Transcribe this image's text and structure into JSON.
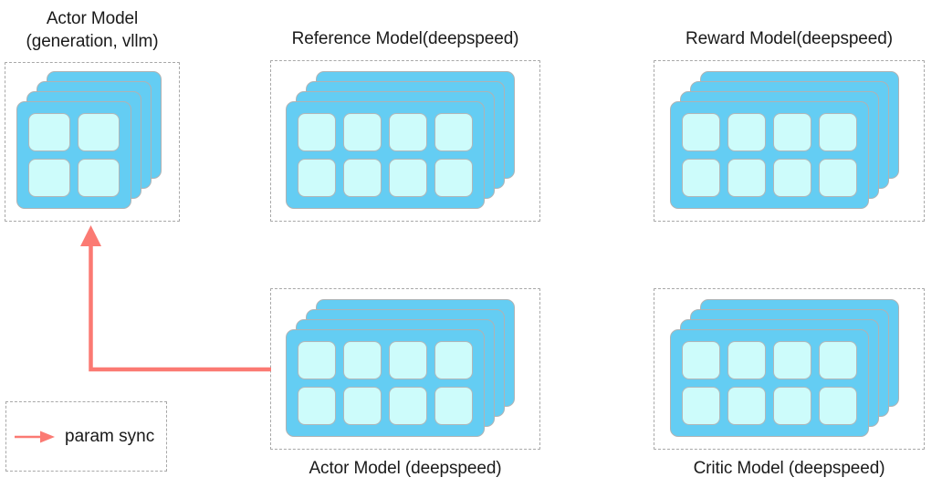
{
  "diagram": {
    "title_note": "RLHF model placement diagram",
    "accent_color": "#fb7a73",
    "card_color": "#64cdf3",
    "cell_color": "#cdfcfb",
    "dash_color": "#a8a8a8",
    "groups": [
      {
        "id": "actor-vllm",
        "label": "Actor Model\n(generation, vllm)",
        "label_position": "top",
        "card_count": 4,
        "grid_cols": 2,
        "grid_rows": 2,
        "cell_count": 4
      },
      {
        "id": "reference",
        "label": "Reference Model(deepspeed)",
        "label_position": "top",
        "card_count": 4,
        "grid_cols": 4,
        "grid_rows": 2,
        "cell_count": 8
      },
      {
        "id": "reward",
        "label": "Reward Model(deepspeed)",
        "label_position": "top",
        "card_count": 4,
        "grid_cols": 4,
        "grid_rows": 2,
        "cell_count": 8
      },
      {
        "id": "actor-deepspeed",
        "label": "Actor Model (deepspeed)",
        "label_position": "bottom",
        "card_count": 4,
        "grid_cols": 4,
        "grid_rows": 2,
        "cell_count": 8
      },
      {
        "id": "critic",
        "label": "Critic Model (deepspeed)",
        "label_position": "bottom",
        "card_count": 4,
        "grid_cols": 4,
        "grid_rows": 2,
        "cell_count": 8
      }
    ],
    "connections": [
      {
        "id": "param-sync-edge",
        "from": "actor-deepspeed",
        "to": "actor-vllm",
        "style": "elbow-arrow",
        "color": "#fb7a73"
      }
    ],
    "legend": {
      "label": "param sync",
      "arrow_color": "#fb7a73"
    }
  }
}
